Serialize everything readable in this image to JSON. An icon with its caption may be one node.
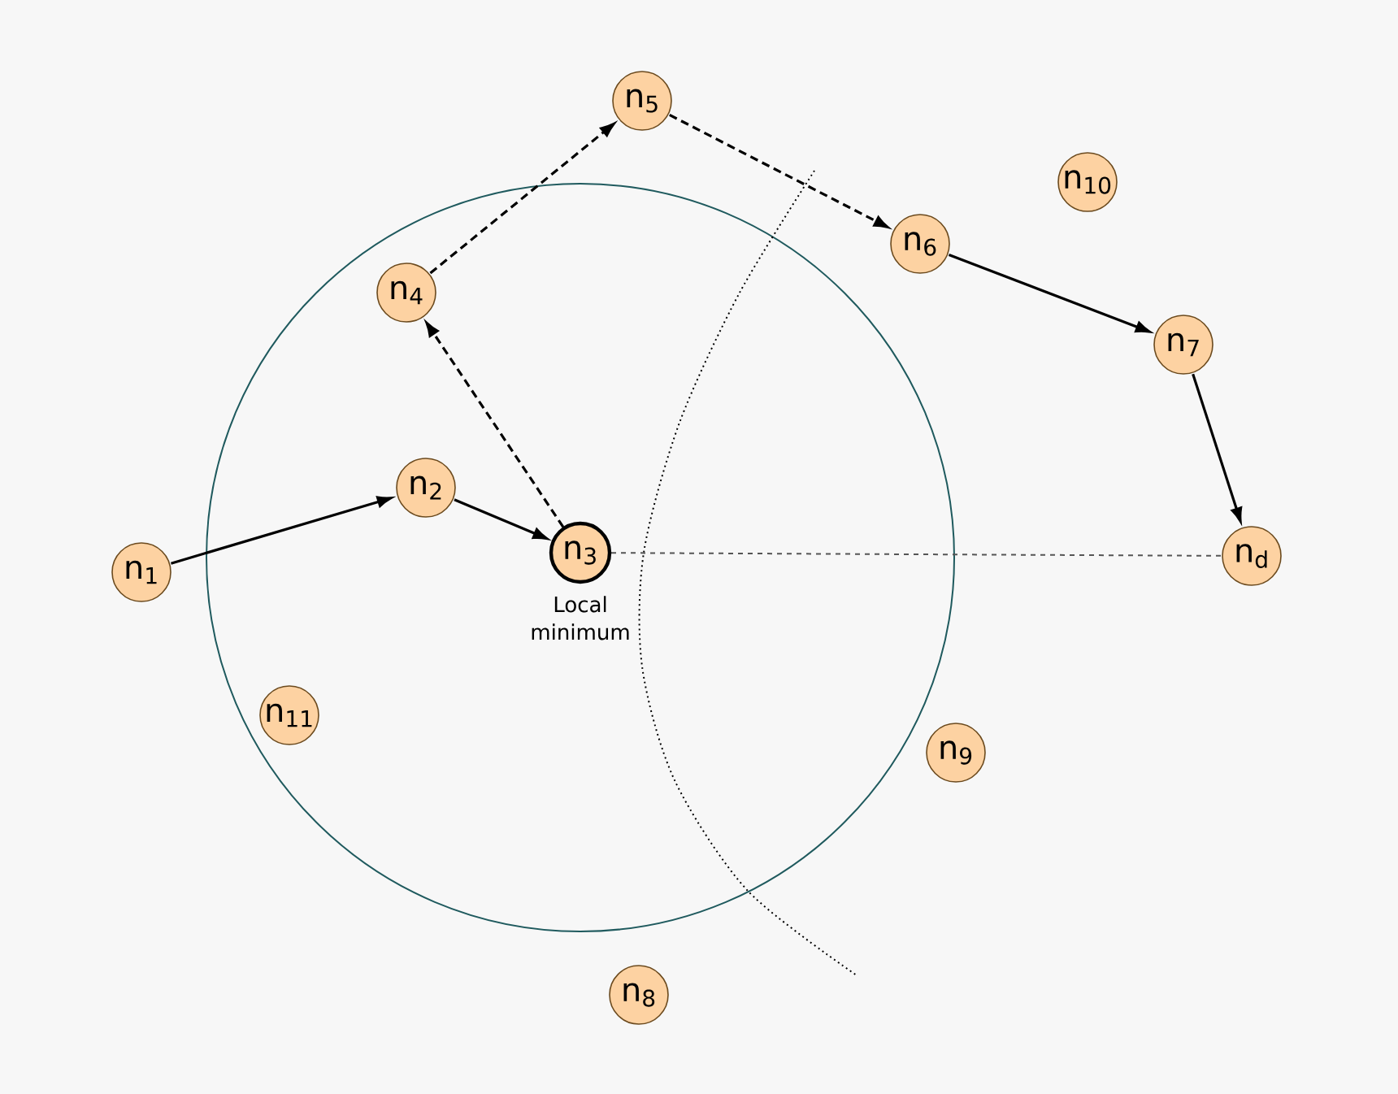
{
  "diagram": {
    "nodes": [
      {
        "text": [
          "n$_{1}$"
        ]
      },
      {
        "text": [
          "n$_{2}$"
        ]
      },
      {
        "text": [
          "n$_{3}$"
        ],
        "beside": [
          "Local minimum"
        ]
      },
      {
        "text": [
          "n$_{4}$"
        ]
      },
      {
        "text": [
          "n$_{5}$"
        ]
      },
      {
        "text": [
          "n$_{6}$"
        ]
      },
      {
        "text": [
          "n$_{7}$"
        ]
      },
      {
        "text": [
          "n$_{d}$"
        ]
      },
      {
        "text": [
          "n$_{8}$"
        ]
      },
      {
        "text": [
          "n$_{9}$"
        ]
      },
      {
        "text": [
          "n$_{10}$"
        ]
      },
      {
        "text": [
          "n$_{11}$"
        ]
      }
    ],
    "edges": [
      {
        "from": 0,
        "to": 1,
        "arrow": "to"
      },
      {
        "from": 1,
        "to": 2,
        "arrow": "to"
      },
      {
        "from": 2,
        "to": 3,
        "arrow": "to",
        "style": "dashed"
      },
      {
        "from": 3,
        "to": 4,
        "arrow": "to",
        "style": "dashed"
      },
      {
        "from": 4,
        "to": 5,
        "arrow": "to",
        "style": "dashed"
      },
      {
        "from": 5,
        "to": 6,
        "arrow": "to"
      },
      {
        "from": 6,
        "to": 7,
        "arrow": "to"
      },
      {
        "from": 2,
        "to": 7,
        "arrow": "none",
        "style": "dashed",
        "color": "#555555"
      }
    ]
  }
}
